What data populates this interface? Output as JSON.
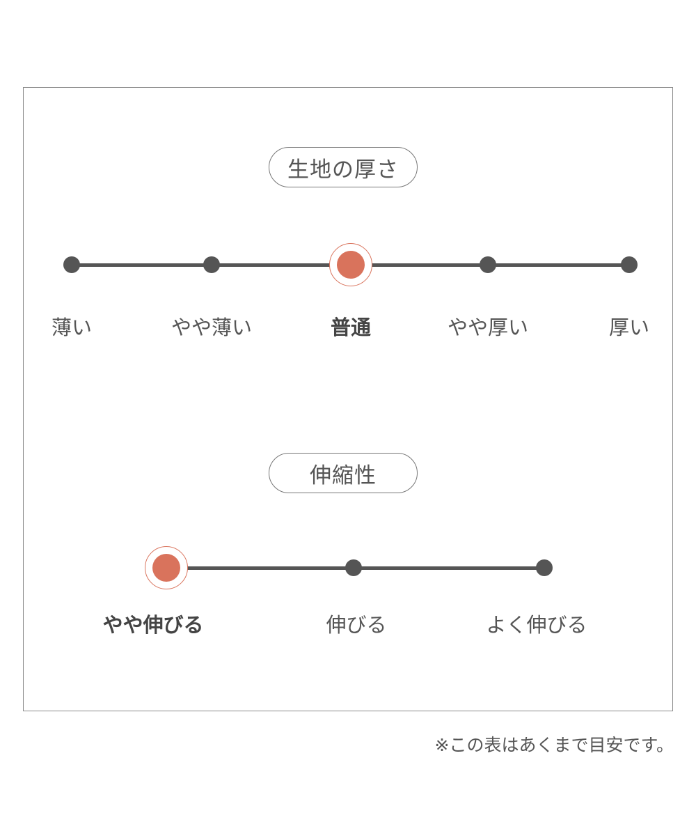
{
  "thickness": {
    "title": "生地の厚さ",
    "options": [
      "薄い",
      "やや薄い",
      "普通",
      "やや厚い",
      "厚い"
    ],
    "selected_index": 2
  },
  "stretch": {
    "title": "伸縮性",
    "options": [
      "やや伸びる",
      "伸びる",
      "よく伸びる"
    ],
    "selected_index": 0
  },
  "note": "※この表はあくまで目安です。",
  "colors": {
    "accent": "#d9735c",
    "track": "#555555",
    "border": "#8a8a8a"
  }
}
